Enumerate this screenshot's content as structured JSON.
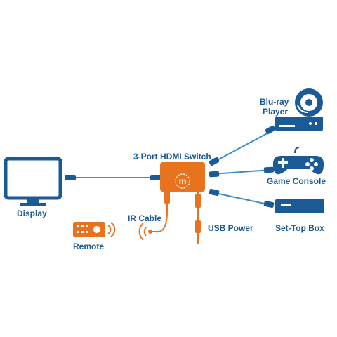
{
  "labels": {
    "display": "Display",
    "switch": "3-Port HDMI Switch",
    "ir_cable": "IR Cable",
    "usb_power": "USB Power",
    "remote": "Remote",
    "bluray_line1": "Blu-ray",
    "bluray_line2": "Player",
    "game_console": "Game Console",
    "set_top_box": "Set-Top Box"
  },
  "brand_mark": "m",
  "colors": {
    "device_blue": "#1a5a96",
    "cable_blue": "#3a8dc8",
    "accent_orange": "#e8731f",
    "label_blue": "#1a5a96",
    "label_orange": "#e8731f"
  }
}
